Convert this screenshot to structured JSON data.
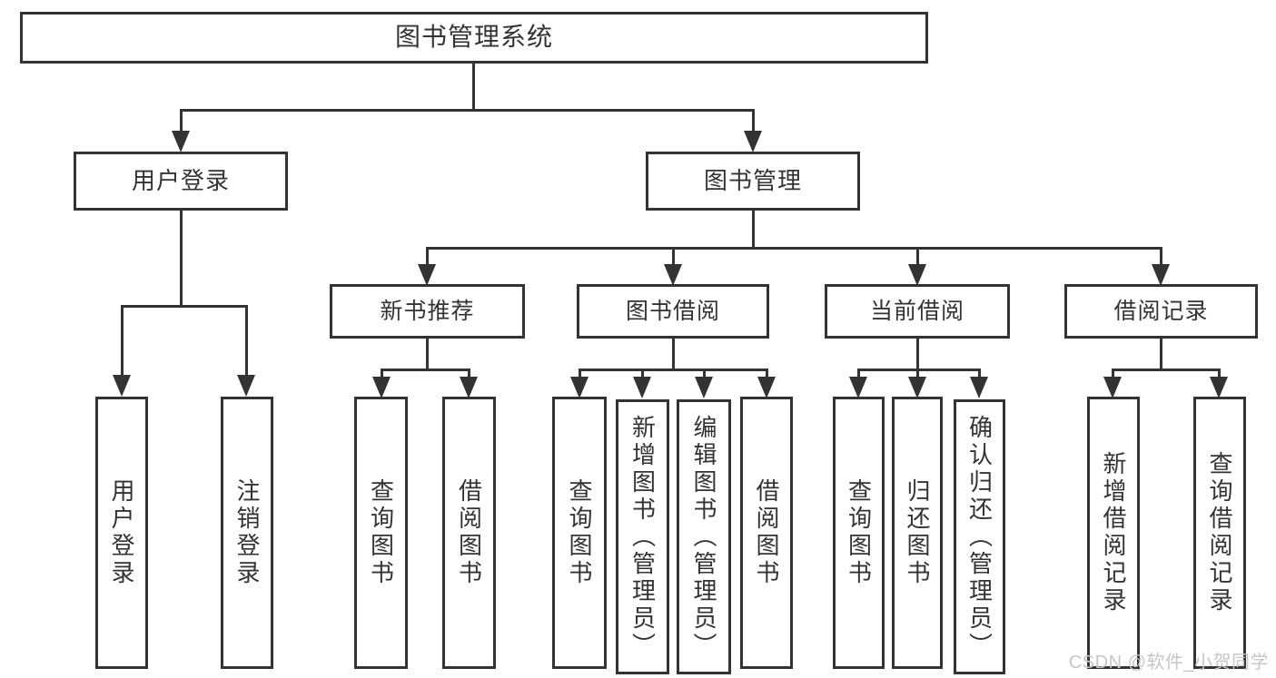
{
  "colors": {
    "line": "#333333",
    "text": "#333333",
    "background": "#ffffff",
    "watermark_text": "#c6c6c6"
  },
  "diagram": {
    "root": {
      "label": "图书管理系统"
    },
    "branches": {
      "user_login": {
        "label": "用户登录",
        "children": {
          "login": {
            "label": "用户登录"
          },
          "logout": {
            "label": "注销登录"
          }
        }
      },
      "book_management": {
        "label": "图书管理",
        "children": {
          "new_book_recommend": {
            "label": "新书推荐",
            "children": {
              "query_book": {
                "label": "查询图书"
              },
              "borrow_book": {
                "label": "借阅图书"
              }
            }
          },
          "book_borrow": {
            "label": "图书借阅",
            "children": {
              "query_book": {
                "label": "查询图书"
              },
              "add_book": {
                "label": "新增图书（管理员）"
              },
              "edit_book": {
                "label": "编辑图书（管理员）"
              },
              "borrow_book": {
                "label": "借阅图书"
              }
            }
          },
          "current_borrow": {
            "label": "当前借阅",
            "children": {
              "query_book": {
                "label": "查询图书"
              },
              "return_book": {
                "label": "归还图书"
              },
              "confirm_return": {
                "label": "确认归还（管理员）"
              }
            }
          },
          "borrow_records": {
            "label": "借阅记录",
            "children": {
              "add_record": {
                "label": "新增借阅记录"
              },
              "query_record": {
                "label": "查询借阅记录"
              }
            }
          }
        }
      }
    }
  },
  "watermark": {
    "text": "CSDN @软件_小贺同学"
  }
}
